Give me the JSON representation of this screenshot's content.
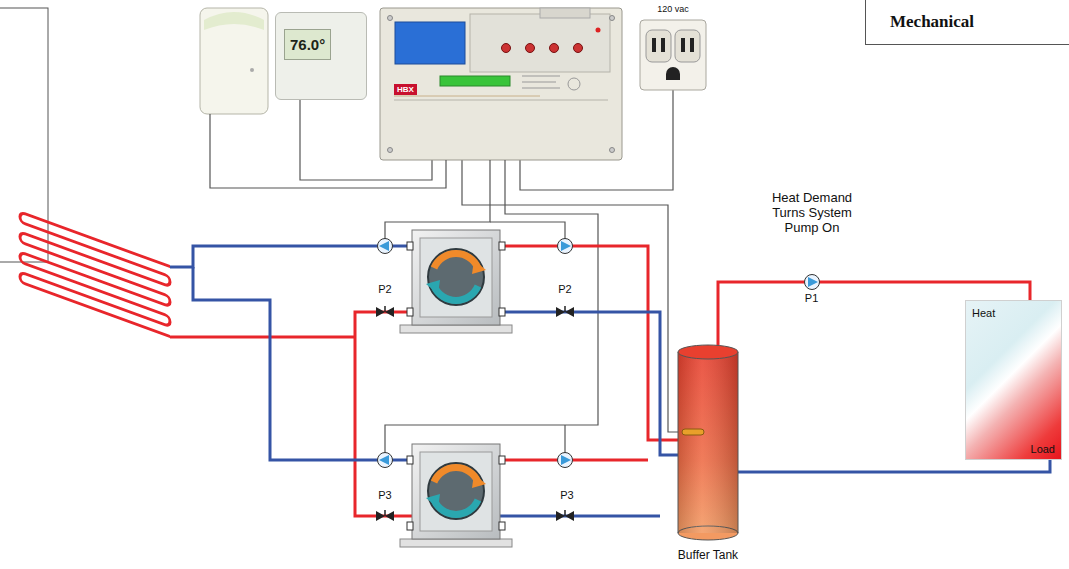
{
  "diagram": {
    "nodes": [
      {
        "text": [
          "Mechanical"
        ]
      },
      {
        "text": [
          "76.0°"
        ]
      },
      {
        "text": [
          "HBX"
        ]
      },
      {
        "text": [
          "120 vac"
        ]
      },
      {
        "text": [
          "Buffer Tank"
        ]
      },
      {
        "text": [
          "Heat",
          "Load"
        ]
      }
    ],
    "edges": [
      {
        "from": 2,
        "to": 1,
        "arrow": "none"
      },
      {
        "from": 2,
        "to": 3,
        "arrow": "none"
      },
      {
        "from": 4,
        "to": 5,
        "arrow": "none",
        "label": "P1"
      },
      {
        "from": 5,
        "to": 4,
        "arrow": "none"
      },
      {
        "from": 2,
        "to": 4,
        "arrow": "none"
      }
    ],
    "labels": [
      "Heat Demand Turns System Pump On",
      "P2",
      "P2",
      "P3",
      "P3"
    ]
  }
}
